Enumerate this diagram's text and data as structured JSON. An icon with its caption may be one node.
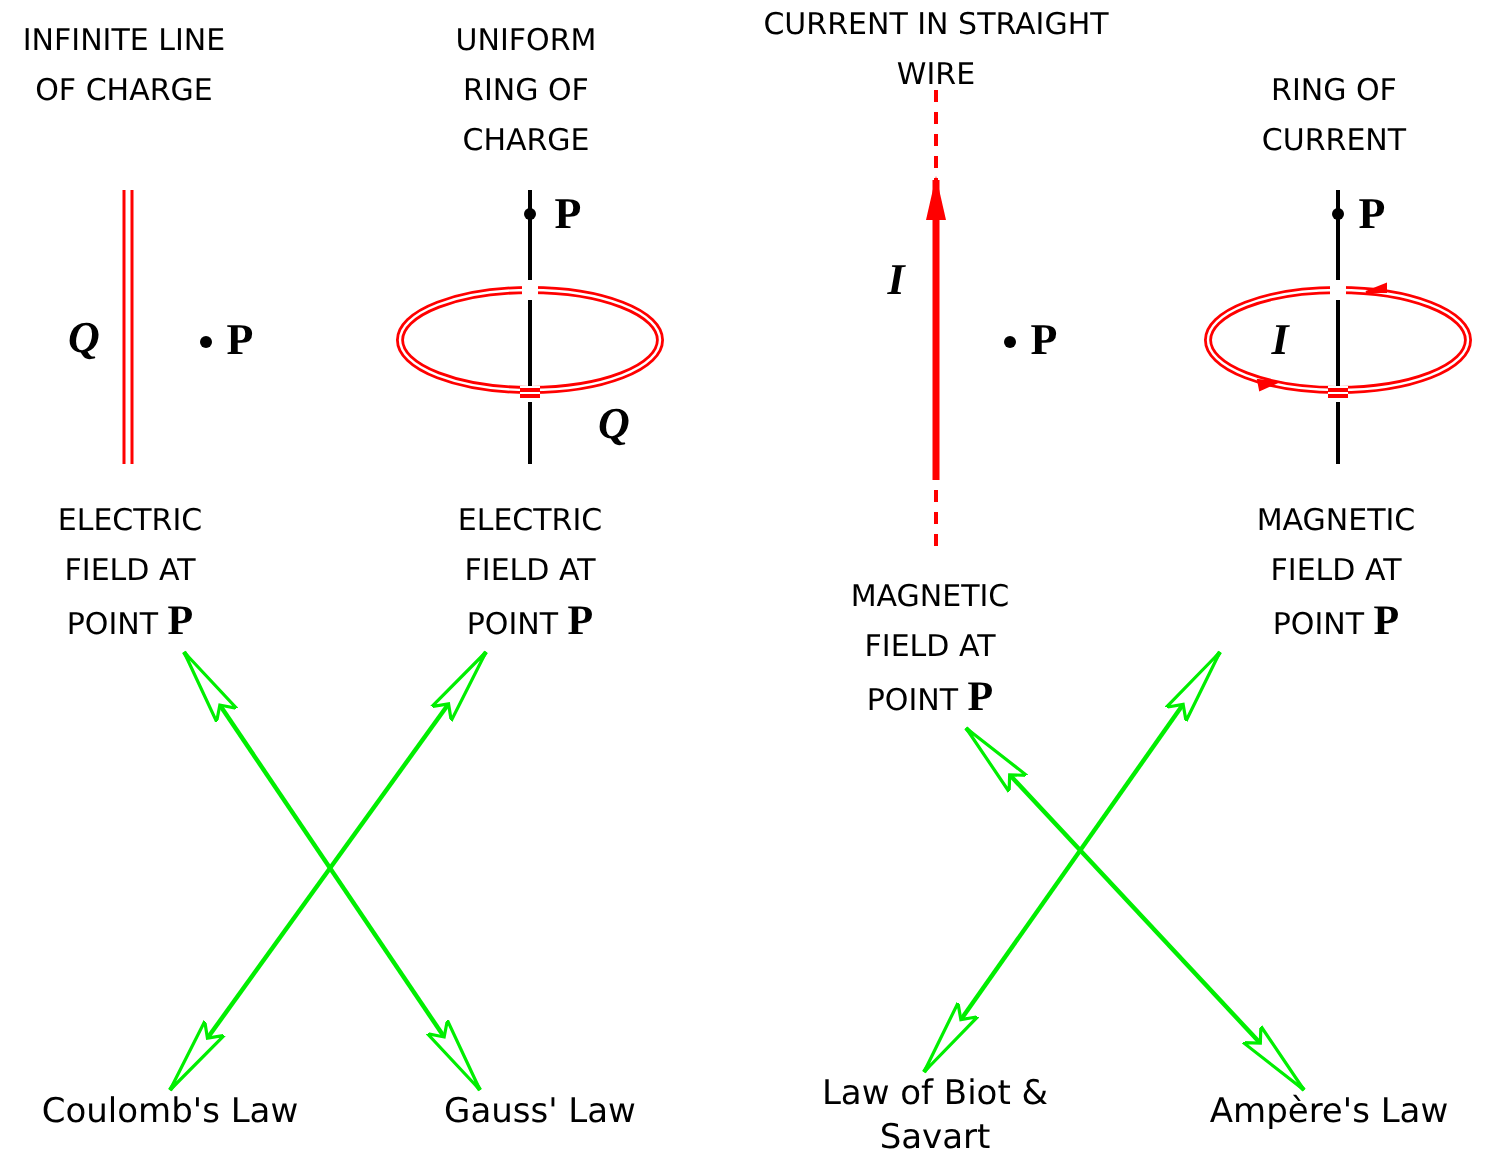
{
  "diagram": {
    "nodes": [
      {
        "text": [
          "ELECTRIC FIELD AT POINT **P**"
        ]
      },
      {
        "text": [
          "ELECTRIC FIELD AT POINT **P**"
        ]
      },
      {
        "text": [
          "MAGNETIC FIELD AT POINT **P**"
        ]
      },
      {
        "text": [
          "MAGNETIC FIELD AT POINT **P**"
        ]
      },
      {
        "text": [
          "Coulomb's Law"
        ]
      },
      {
        "text": [
          "Gauss' Law"
        ]
      },
      {
        "text": [
          "Law of Biot & Savart"
        ]
      },
      {
        "text": [
          "Ampère's Law"
        ]
      }
    ],
    "edges": [
      {
        "from": 4,
        "to": 1,
        "arrow": "both"
      },
      {
        "from": 5,
        "to": 0,
        "arrow": "both"
      },
      {
        "from": 6,
        "to": 3,
        "arrow": "both"
      },
      {
        "from": 7,
        "to": 2,
        "arrow": "both"
      }
    ],
    "labels": [
      "INFINITE LINE OF CHARGE",
      "UNIFORM RING OF CHARGE",
      "CURRENT IN STRAIGHT WIRE",
      "RING OF CURRENT",
      "Q",
      "P",
      "P",
      "Q",
      "I",
      "P",
      "P",
      "I"
    ]
  }
}
